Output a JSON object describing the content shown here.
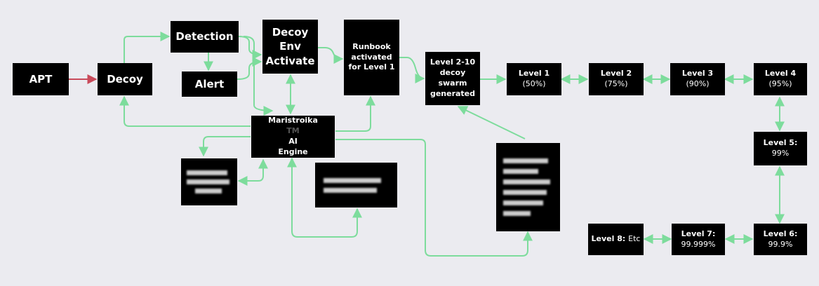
{
  "colors": {
    "background": "#ebebf0",
    "box": "#000000",
    "text": "#ffffff",
    "arrow_green": "#7ddc9c",
    "arrow_red": "#c94a5a"
  },
  "nodes": {
    "apt": "APT",
    "decoy": "Decoy",
    "detection": "Detection",
    "alert": "Alert",
    "decoy_env": [
      "Decoy",
      "Env",
      "Activate"
    ],
    "runbook": [
      "Runbook",
      "activated",
      "for Level 1"
    ],
    "swarm": [
      "Level 2-10",
      "decoy",
      "swarm",
      "generated"
    ],
    "engine": {
      "prefix": "Maristroika",
      "tm": "TM",
      "suffix": "AI",
      "line2": "Engine"
    },
    "level1": {
      "title": "Level 1",
      "value": "(50%)"
    },
    "level2": {
      "title": "Level 2",
      "value": "(75%)"
    },
    "level3": {
      "title": "Level 3",
      "value": "(90%)"
    },
    "level4": {
      "title": "Level 4",
      "value": "(95%)"
    },
    "level5": {
      "title": "Level 5:",
      "value": "99%"
    },
    "level6": {
      "title": "Level 6:",
      "value": "99.9%"
    },
    "level7": {
      "title": "Level 7:",
      "value": "99.999%"
    },
    "level8": {
      "title": "Level 8:",
      "value": "Etc"
    }
  }
}
